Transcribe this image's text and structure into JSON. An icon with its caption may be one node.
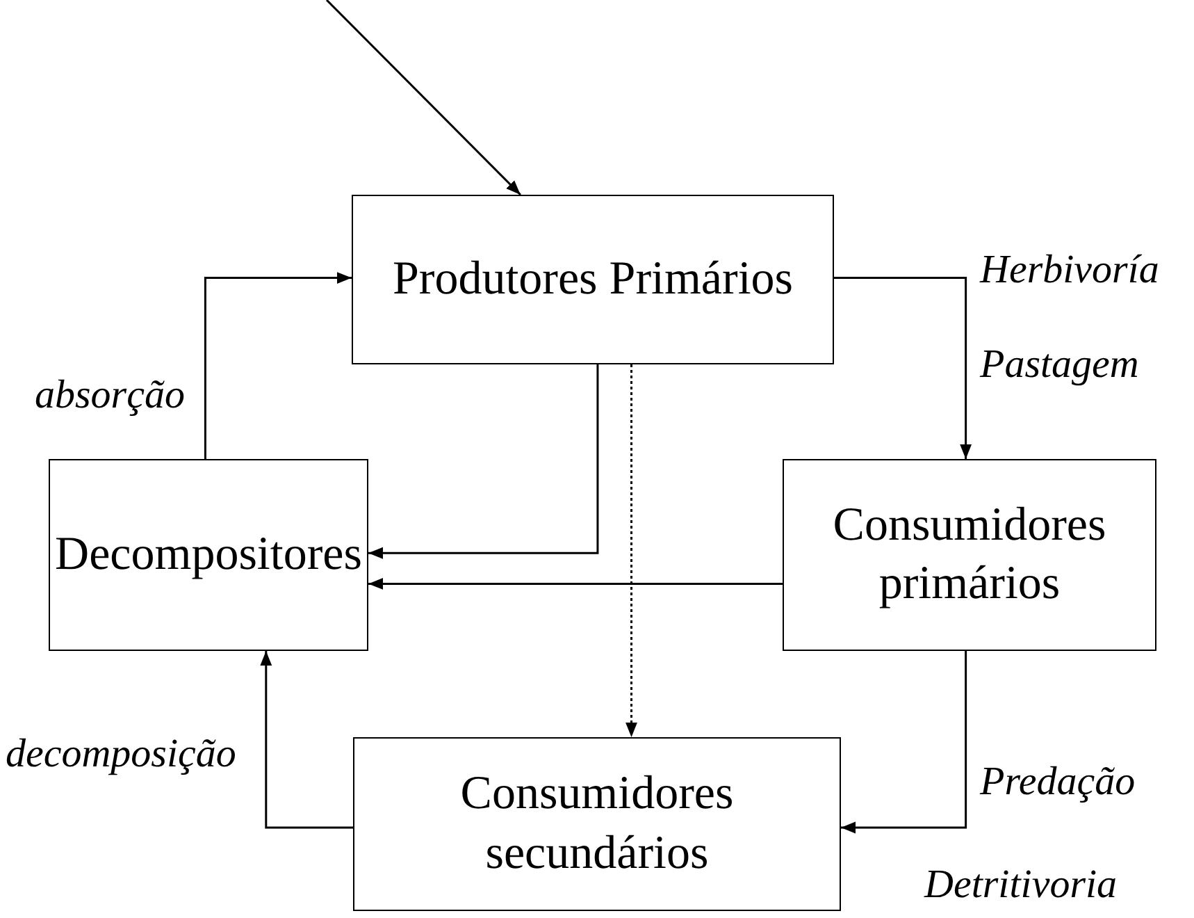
{
  "diagram": {
    "nodes": [
      {
        "text": [
          "Produtores Primários"
        ]
      },
      {
        "text": [
          "Decompositores"
        ]
      },
      {
        "text": [
          "Consumidores primários"
        ]
      },
      {
        "text": [
          "Consumidores secundários"
        ]
      }
    ],
    "edges": [
      {
        "from": null,
        "to": 0,
        "arrow": "to"
      },
      {
        "from": 1,
        "to": 0,
        "arrow": "to"
      },
      {
        "from": 0,
        "to": 2,
        "arrow": "to"
      },
      {
        "from": 0,
        "to": 1,
        "arrow": "to"
      },
      {
        "from": 2,
        "to": 1,
        "arrow": "to"
      },
      {
        "from": 0,
        "to": 3,
        "arrow": "to",
        "style": "dashed"
      },
      {
        "from": 2,
        "to": 3,
        "arrow": "to"
      },
      {
        "from": 3,
        "to": 1,
        "arrow": "to"
      }
    ],
    "labels": [
      "absorção",
      "Herbivoría",
      "Pastagem",
      "decomposição",
      "Predação",
      "Detritivoria"
    ]
  }
}
